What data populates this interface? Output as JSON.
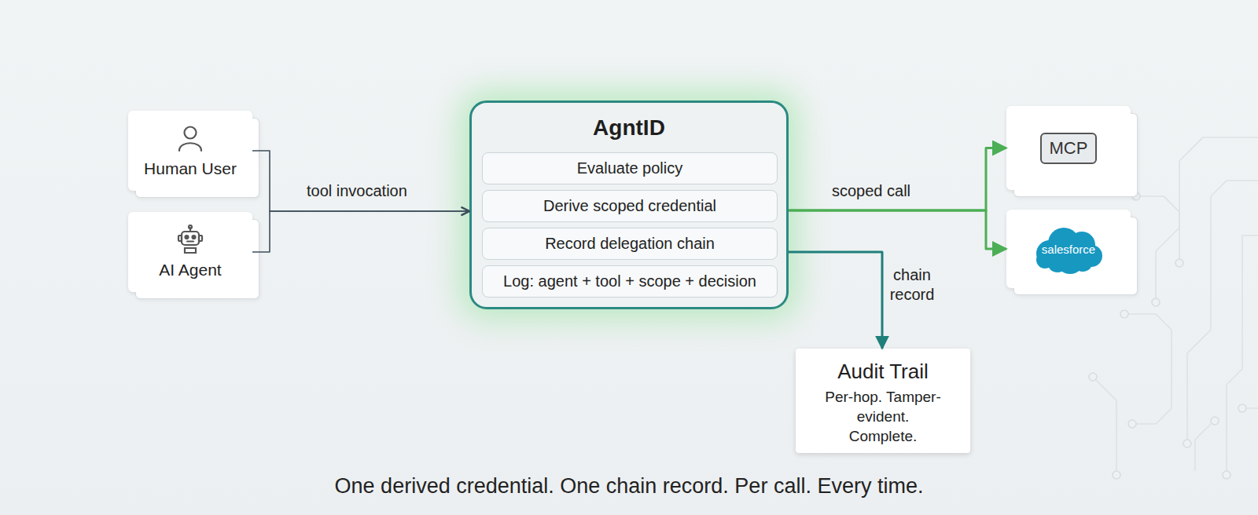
{
  "diagram": {
    "caption": "One derived credential. One chain record. Per call. Every time.",
    "nodes": [
      {
        "text": [
          "Human User"
        ]
      },
      {
        "text": [
          "AI Agent"
        ]
      },
      {
        "text": [
          "AgntID"
        ]
      },
      {
        "text": [
          "Evaluate policy"
        ],
        "in": 2
      },
      {
        "text": [
          "Derive scoped credential"
        ],
        "in": 2
      },
      {
        "text": [
          "Record delegation chain"
        ],
        "in": 2
      },
      {
        "text": [
          "Log: agent + tool + scope + decision"
        ],
        "in": 2
      },
      {
        "text": [
          "MCP"
        ]
      },
      {
        "text": [
          "salesforce"
        ]
      },
      {
        "text": [
          "Audit Trail",
          "Per-hop. Tamper-evident. Complete."
        ]
      }
    ],
    "edges": [
      {
        "from": 0,
        "to": 2,
        "label": "tool invocation",
        "arrow": "to"
      },
      {
        "from": 1,
        "to": 2,
        "arrow": "to"
      },
      {
        "from": 2,
        "to": 7,
        "label": "scoped call",
        "arrow": "to"
      },
      {
        "from": 2,
        "to": 8,
        "arrow": "to"
      },
      {
        "from": 2,
        "to": 9,
        "label": "chain record",
        "arrow": "to"
      }
    ]
  }
}
